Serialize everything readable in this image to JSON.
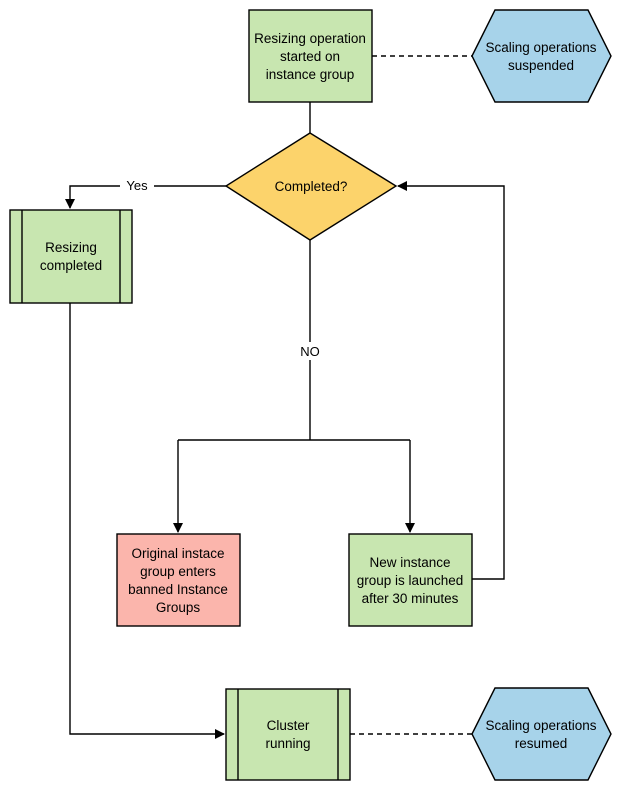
{
  "diagram": {
    "colors": {
      "green": "#c8e6b0",
      "blue": "#a7d3ea",
      "yellow": "#fcd36b",
      "red": "#fbb5ac",
      "stroke": "#000000"
    },
    "nodes": {
      "resize_started": {
        "lines": [
          "Resizing operation",
          "started on",
          "instance group"
        ]
      },
      "scaling_suspended": {
        "lines": [
          "Scaling operations",
          "suspended"
        ]
      },
      "completed_decision": {
        "lines": [
          "Completed?"
        ]
      },
      "resizing_completed": {
        "lines": [
          "Resizing",
          "completed"
        ]
      },
      "original_group": {
        "lines": [
          "Original instace",
          "group enters",
          "banned Instance",
          "Groups"
        ]
      },
      "new_group": {
        "lines": [
          "New instance",
          "group is launched",
          "after 30 minutes"
        ]
      },
      "cluster_running": {
        "lines": [
          "Cluster",
          "running"
        ]
      },
      "scaling_resumed": {
        "lines": [
          "Scaling operations",
          "resumed"
        ]
      }
    },
    "edge_labels": {
      "yes": "Yes",
      "no": "NO"
    }
  }
}
